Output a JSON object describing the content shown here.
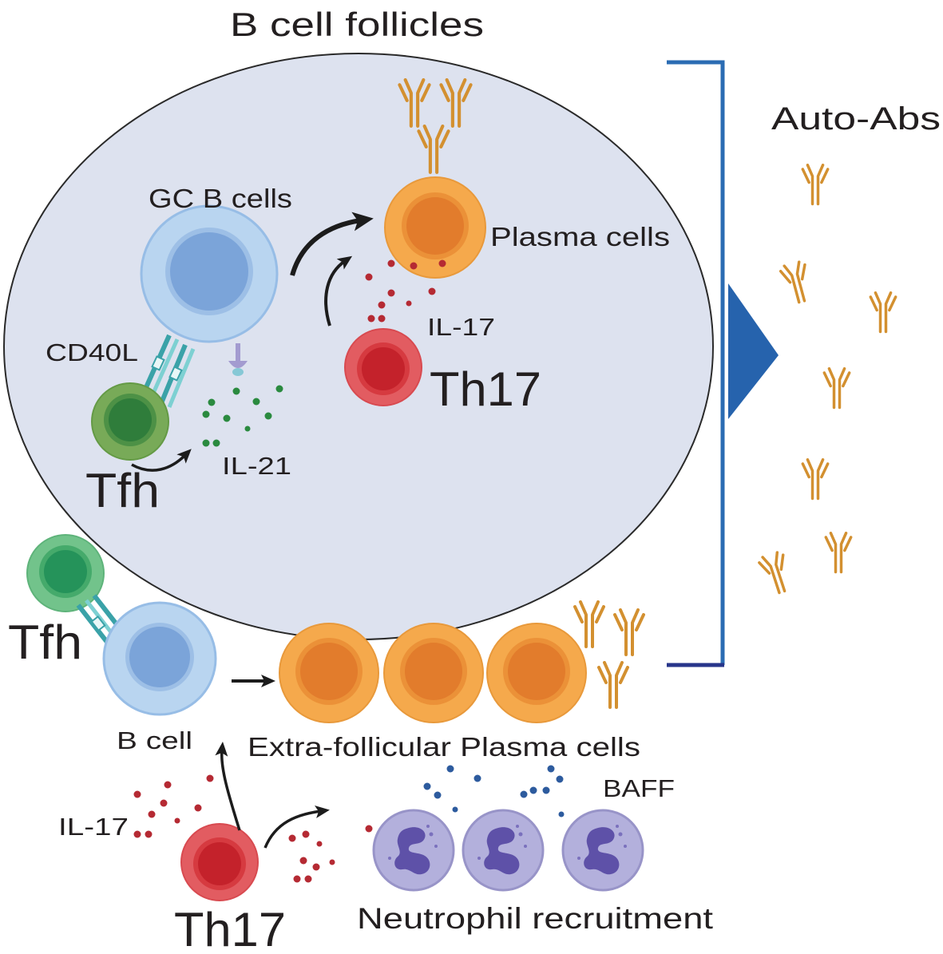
{
  "title": "B cell follicles",
  "labels": {
    "gc_b_cells": "GC B cells",
    "plasma_cells": "Plasma cells",
    "cd40l": "CD40L",
    "il17_top": "IL-17",
    "th17_top": "Th17",
    "il21": "IL-21",
    "tfh_top": "Tfh",
    "auto_abs": "Auto-Abs",
    "tfh_bottom": "Tfh",
    "b_cell": "B cell",
    "extrafollicular": "Extra-follicular Plasma cells",
    "baff": "BAFF",
    "il17_bottom": "IL-17",
    "th17_bottom": "Th17",
    "neutrophil": "Neutrophil recruitment"
  },
  "colors": {
    "follicle": "#dde2ef",
    "bracket": "#2b6cb3",
    "antibody": "#d39030",
    "b_cell": "#b9d5f0",
    "plasma_cell": "#f5a94c",
    "th17": "#e25c61",
    "tfh": "#78aa58",
    "neutrophil": "#b3b0dc",
    "il17": "#b52a33",
    "il21": "#2a8a3f",
    "baff": "#2d5b9e"
  }
}
